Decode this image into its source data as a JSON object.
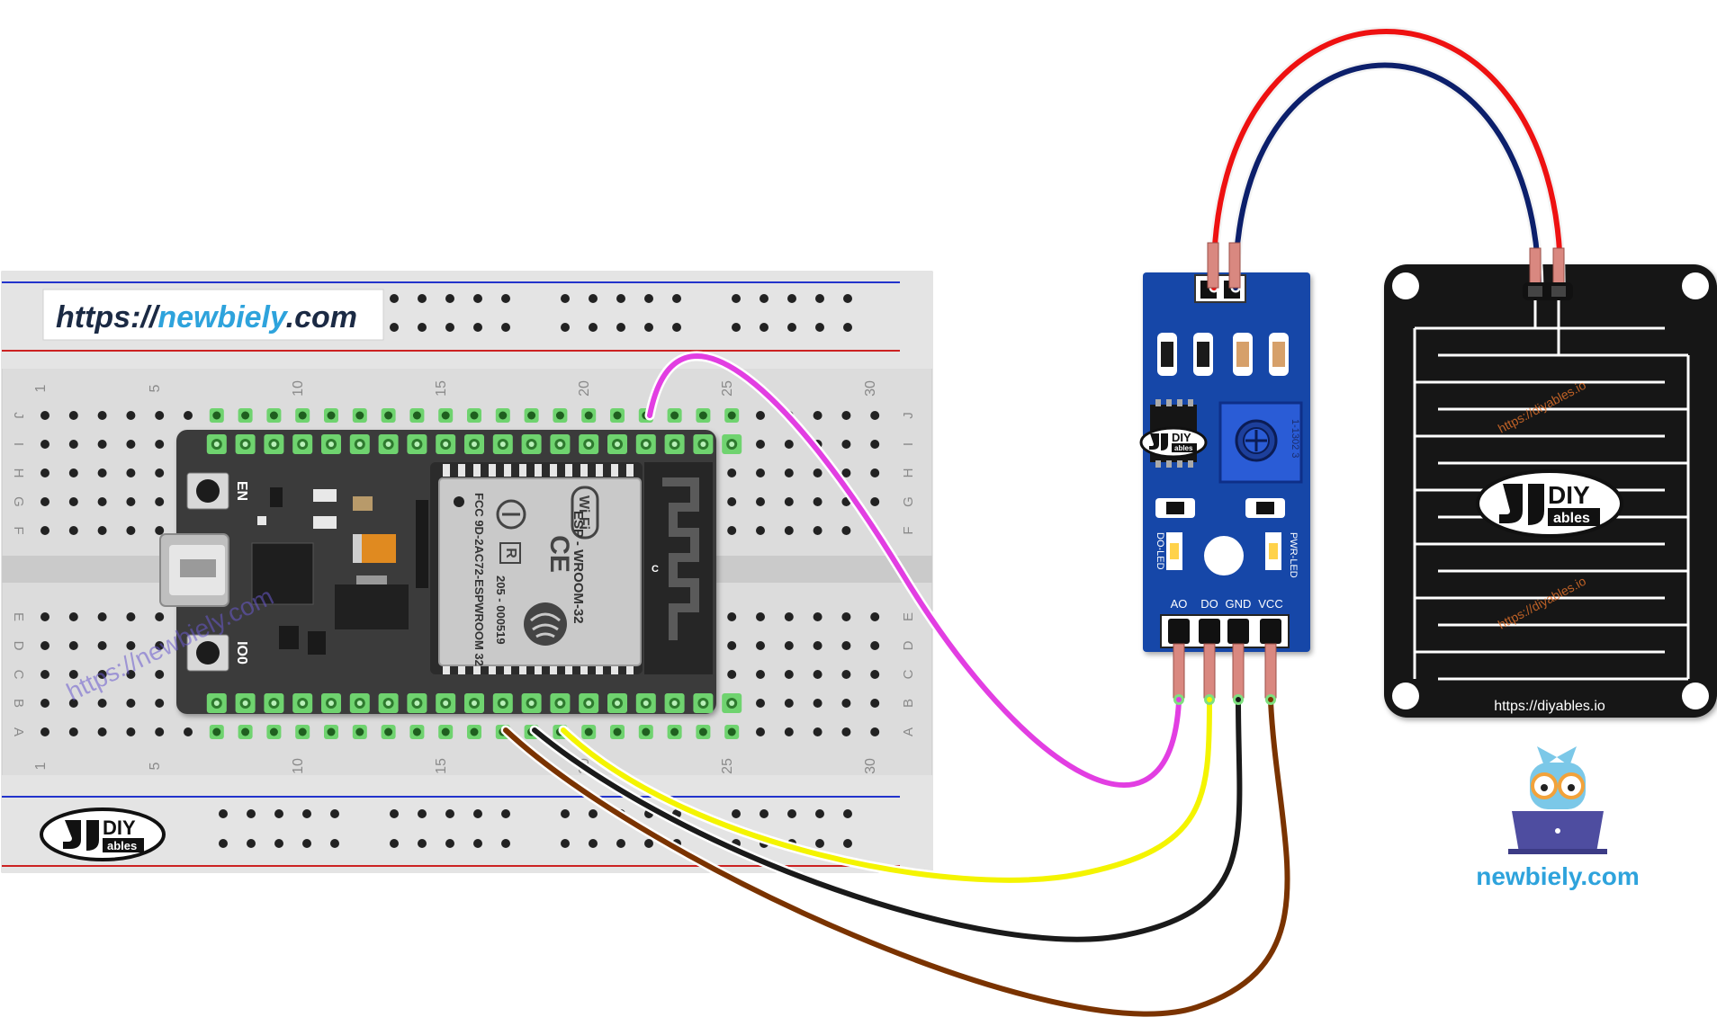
{
  "banner": {
    "prefix": "https://",
    "name": "newbiely",
    "suffix": ".com"
  },
  "breadboard": {
    "column_numbers": [
      "1",
      "5",
      "10",
      "15",
      "20",
      "25",
      "30"
    ],
    "row_letters_top": [
      "J",
      "I",
      "H",
      "G",
      "F"
    ],
    "row_letters_bottom": [
      "E",
      "D",
      "C",
      "B",
      "A"
    ],
    "logo": {
      "top": "DIY",
      "bottom": "ables"
    }
  },
  "esp32": {
    "button_en": "EN",
    "button_io0": "IO0",
    "module_lines": [
      "ESP - WROOM-32",
      "FCC 9D-2AC72-ESPWROOM 32",
      "205 - 000519"
    ],
    "wifi": "Wi Fi",
    "ce": "CE",
    "r_mark": "R",
    "antenna_c": "C",
    "watermark": "https://newbiely.com"
  },
  "sensor_module": {
    "logo": {
      "top": "DIY",
      "bottom": "ables"
    },
    "pot_label": "1-1302 3",
    "led_left": "DO-LED",
    "led_right": "PWR-LED",
    "pins": [
      "AO",
      "DO",
      "GND",
      "VCC"
    ]
  },
  "rain_plate": {
    "logo": {
      "top": "DIY",
      "bottom": "ables"
    },
    "url": "https://diyables.io",
    "watermark": "https://diyables.io"
  },
  "brand": {
    "text": "newbiely.com"
  },
  "colors": {
    "wire_ao": "#e23ee2",
    "wire_do": "#f4f400",
    "wire_gnd": "#1a1a1a",
    "wire_vcc": "#7a3300",
    "wire_red": "#ee1111",
    "wire_blue": "#0c1f6b",
    "module_blue": "#1447a8",
    "esp_board": "#3c3c3c",
    "brand_blue": "#2ea3dc"
  }
}
